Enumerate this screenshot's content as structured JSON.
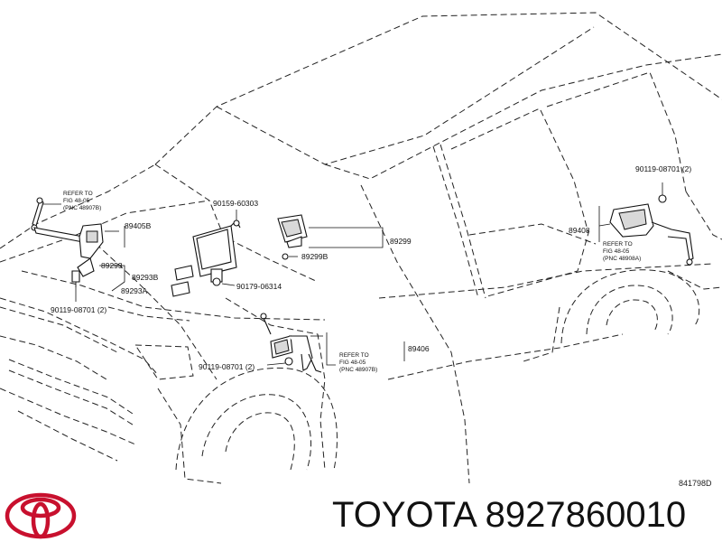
{
  "diagram": {
    "code": "841798D",
    "labels": {
      "ref_left_1": "REFER TO",
      "ref_left_2": "FIG 48-05",
      "ref_left_3": "(PNC 48907B)",
      "p89405B": "89405B",
      "p89293": "89293",
      "p89293B": "89293B",
      "p89293A": "89293A",
      "bolt_left": "90119-08701 (2)",
      "p90159": "90159-60303",
      "p90179": "90179-06314",
      "p89299": "89299",
      "p89299B": "89299B",
      "ref_mid_1": "REFER TO",
      "ref_mid_2": "FIG 48-05",
      "ref_mid_3": "(PNC 48907B)",
      "p89406": "89406",
      "bolt_mid": "90119-08701 (2)",
      "bolt_right": "90119-08701 (2)",
      "p89408": "89408",
      "ref_right_1": "REFER TO",
      "ref_right_2": "FIG 48-05",
      "ref_right_3": "(PNC 48908A)"
    }
  },
  "brand": {
    "name": "TOYOTA",
    "part_number": "8927860010",
    "text": "TOYOTA 8927860010",
    "logo_icon": "toyota-emblem-icon",
    "color": "#c8102e"
  }
}
